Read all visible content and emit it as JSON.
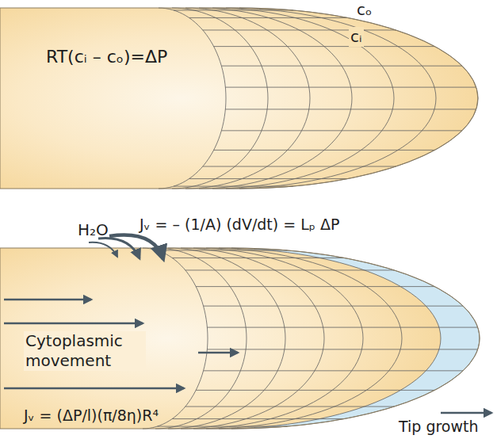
{
  "diagram": {
    "labels": [
      "RT(cᵢ – cₒ)=ΔP",
      "cₒ",
      "cᵢ",
      "H₂O",
      "Jᵥ = – (1/A) (dV/dt) = Lₚ ΔP",
      "Cytoplasmic movement",
      "Jᵥ = (ΔP/l)(π/8η)R⁴",
      "Tip growth"
    ]
  }
}
